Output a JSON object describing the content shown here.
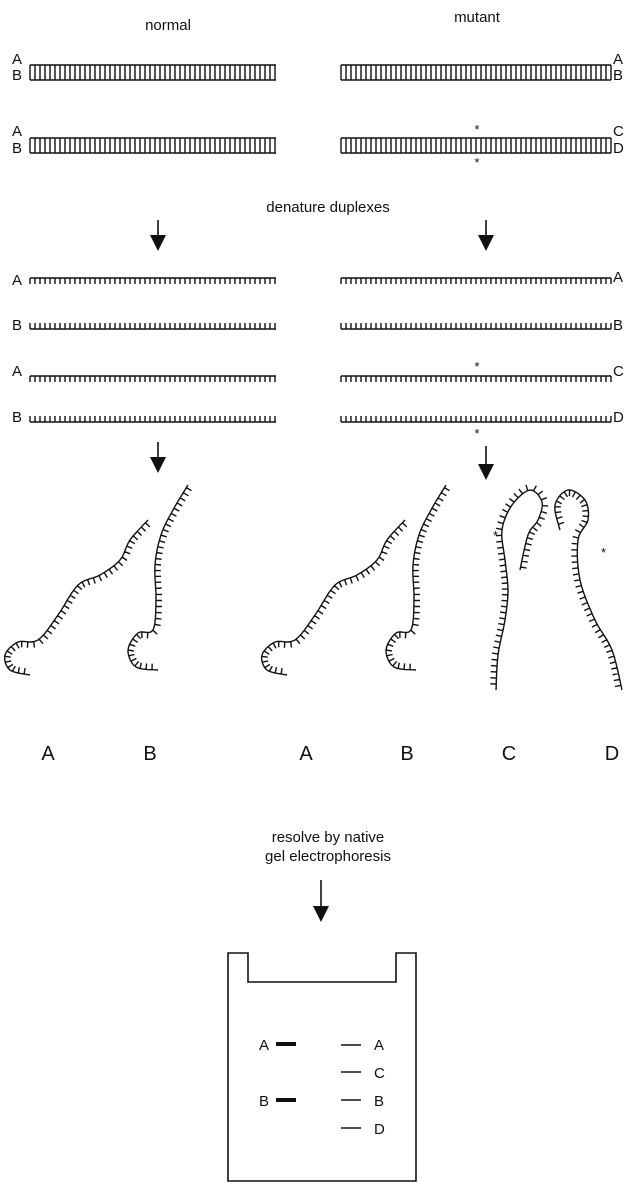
{
  "column_headers": {
    "normal": "normal",
    "mutant": "mutant"
  },
  "duplex_rows": [
    {
      "left_top": "A",
      "left_bottom": "B",
      "right_top": "A",
      "right_bottom": "B"
    },
    {
      "left_top": "A",
      "left_bottom": "B",
      "right_top": "C",
      "right_bottom": "D",
      "mutation_mark": "*"
    }
  ],
  "step_denature": "denature duplexes",
  "single_strands": {
    "left": [
      "A",
      "B",
      "A",
      "B"
    ],
    "right": [
      "A",
      "B",
      "C",
      "D"
    ],
    "mutation_mark": "*"
  },
  "folded_labels": {
    "left": [
      "A",
      "B"
    ],
    "right": [
      "A",
      "B",
      "C",
      "D"
    ]
  },
  "step_resolve": [
    "resolve by native",
    "gel electrophoresis"
  ],
  "gel": {
    "normal_lane": [
      "A",
      "B"
    ],
    "mutant_lane": [
      "A",
      "C",
      "B",
      "D"
    ]
  },
  "colors": {
    "ink": "#111111",
    "background": "#ffffff"
  }
}
